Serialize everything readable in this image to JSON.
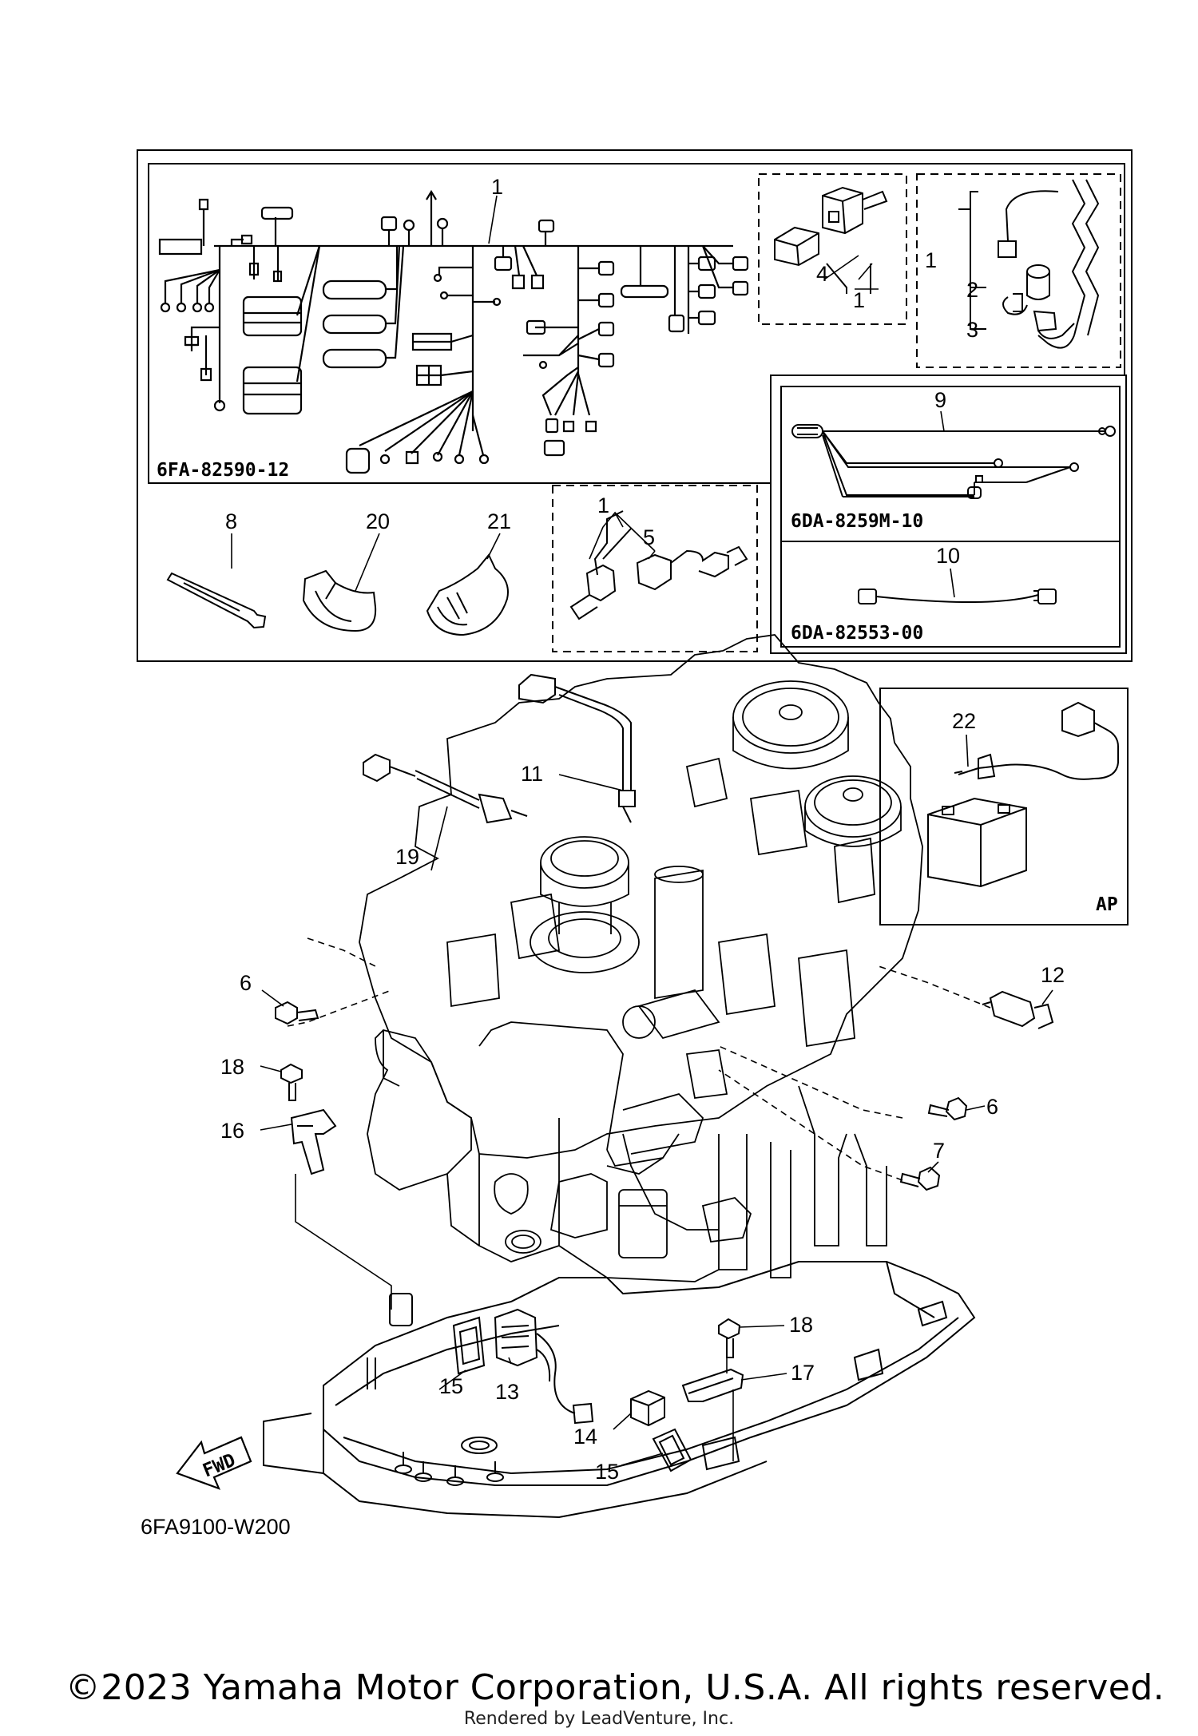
{
  "diagram_code": "6FA9100-W200",
  "groups": {
    "harness": "6FA-82590-12",
    "lead_9": "6DA-8259M-10",
    "lead_10": "6DA-82553-00",
    "accessory": "AP"
  },
  "direction_label": "FWD",
  "callouts": {
    "c1_main": "1",
    "c1_relay": "1",
    "c1_coil": "1",
    "c1_sensor": "1",
    "c2": "2",
    "c3": "3",
    "c4": "4",
    "c5": "5",
    "c6_left": "6",
    "c6_right": "6",
    "c7": "7",
    "c8": "8",
    "c9": "9",
    "c10": "10",
    "c11": "11",
    "c12": "12",
    "c13": "13",
    "c14": "14",
    "c15_left": "15",
    "c15_right": "15",
    "c16": "16",
    "c17": "17",
    "c18_left": "18",
    "c18_right": "18",
    "c19": "19",
    "c20": "20",
    "c21": "21",
    "c22": "22"
  },
  "footer": {
    "copyright": "©2023 Yamaha Motor Corporation, U.S.A. All rights reserved.",
    "rendered_by": "Rendered by LeadVenture, Inc."
  }
}
